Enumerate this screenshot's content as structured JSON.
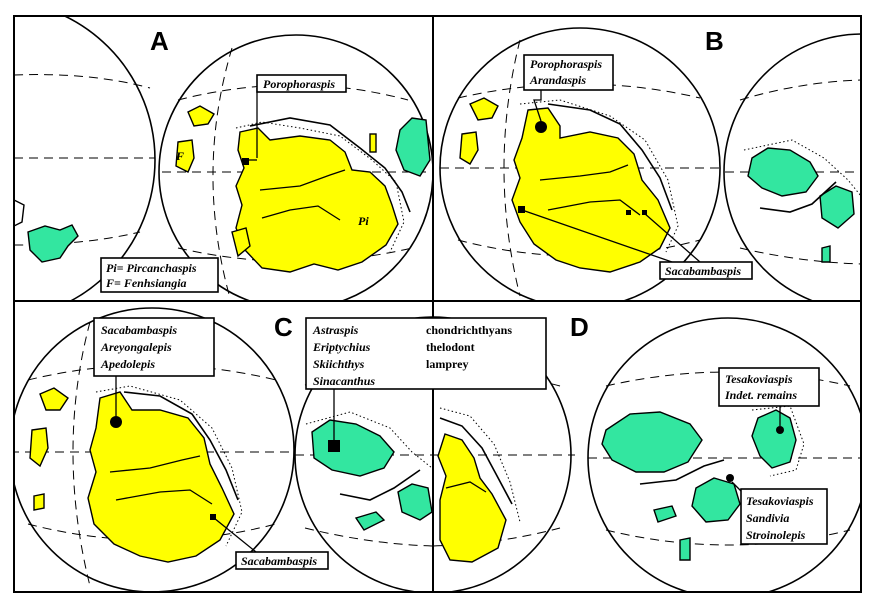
{
  "colors": {
    "gondwana_land": "#ffff00",
    "other_land": "#33e6a0",
    "outline": "#000000",
    "background": "#ffffff"
  },
  "panels": {
    "A": {
      "letter": "A",
      "taxa_label": "Porophoraspis",
      "map_label_pi": "Pi",
      "map_label_f": "F",
      "legend_line1": "Pi= Pircanchaspis",
      "legend_line2": "F= Fenhsiangia"
    },
    "B": {
      "letter": "B",
      "taxa_line1": "Porophoraspis",
      "taxa_line2": "Arandaspis",
      "callout": "Sacabambaspis"
    },
    "C": {
      "letter": "C",
      "taxa_line1": "Sacabambaspis",
      "taxa_line2": "Areyongalepis",
      "taxa_line3": "Apedolepis",
      "callout": "Sacabambaspis",
      "list_italic": [
        "Astraspis",
        "Eriptychius",
        "Skiichthys",
        "Sinacanthus"
      ],
      "list_plain": [
        "chondrichthyans",
        "thelodont",
        "lamprey"
      ]
    },
    "D": {
      "letter": "D",
      "box1_line1": "Tesakoviaspis",
      "box1_line2": "Indet. remains",
      "box2_line1": "Tesakoviaspis",
      "box2_line2": "Sandivia",
      "box2_line3": "Stroinolepis"
    }
  }
}
